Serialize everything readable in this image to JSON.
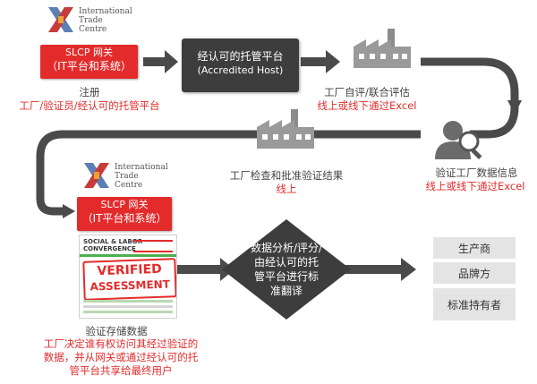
{
  "itc_logo": {
    "line1": "International",
    "line2": "Trade",
    "line3": "Centre"
  },
  "slcp_gateway": {
    "line1": "SLCP  网关",
    "line2": "（IT平台和系统）"
  },
  "register": {
    "title": "注册",
    "subtitle": "工厂/验证员/经认可的托管平台"
  },
  "accredited_host": {
    "line1": "经认可的托管平台",
    "line2": "(Accredited Host)"
  },
  "self_assessment": {
    "title": "工厂自评/联合评估",
    "subtitle": "线上或线下通过Excel"
  },
  "verify_data": {
    "title": "验证工厂数据信息",
    "subtitle": "线上或线下通过Excel"
  },
  "inspection": {
    "title": "工厂检查和批准验证结果",
    "subtitle": "线上"
  },
  "slcp_gateway_2": {
    "line1": "SLCP  网关",
    "line2": "（IT平台和系统）"
  },
  "report_image": {
    "line1": "SOCIAL & LABOR",
    "line2": "CONVERGENCE",
    "stamp1": "VERIFIED",
    "stamp2": "ASSESSMENT"
  },
  "storage": {
    "title": "验证存储数据",
    "subtitle_l1": "工厂决定谁有权访问其经过验证的",
    "subtitle_l2": "数据，并从网关或通过经认可的托",
    "subtitle_l3": "管平台共享给最终用户"
  },
  "analysis": {
    "line1": "数据分析/评分/",
    "line2": "由经认可的托",
    "line3": "管平台进行标",
    "line4": "准翻译"
  },
  "end_users": [
    "生产商",
    "品牌方",
    "标准持有者"
  ],
  "colors": {
    "red": "#e32b2b",
    "dark": "#3d3d3d",
    "arrow": "#4a4a4a",
    "grey_box": "#e4e4e4"
  }
}
